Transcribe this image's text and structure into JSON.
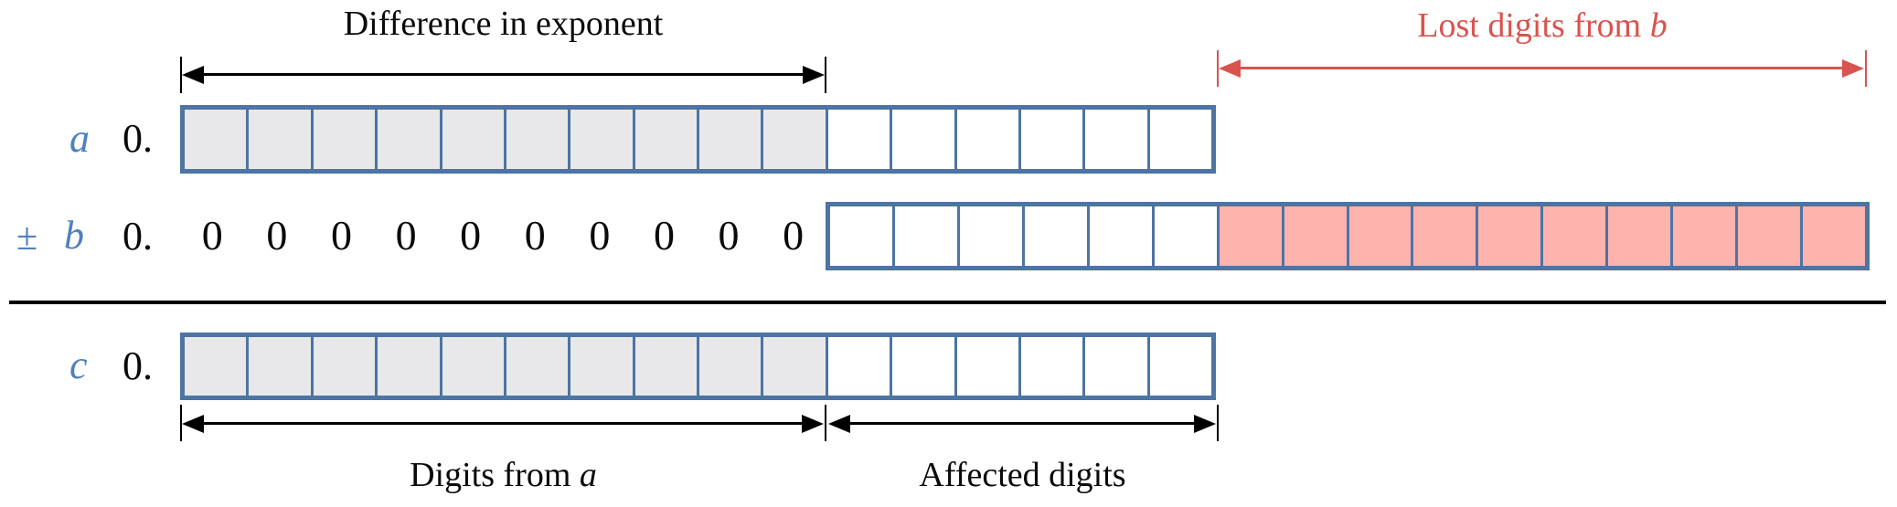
{
  "figure": {
    "top_left_caption": "Difference in exponent",
    "top_right_caption": {
      "text": "Lost digits from ",
      "var": "b"
    },
    "bottom_left_caption": {
      "text": "Digits from ",
      "var": "a"
    },
    "bottom_right_caption": "Affected digits"
  },
  "rows": {
    "a": {
      "label": "a",
      "prefix": "0.",
      "cells": [
        "gray",
        "gray",
        "gray",
        "gray",
        "gray",
        "gray",
        "gray",
        "gray",
        "gray",
        "gray",
        "white",
        "white",
        "white",
        "white",
        "white",
        "white"
      ]
    },
    "b": {
      "operator": "±",
      "label": "b",
      "prefix": "0.",
      "zeros": [
        "0",
        "0",
        "0",
        "0",
        "0",
        "0",
        "0",
        "0",
        "0",
        "0"
      ],
      "cells": [
        "white",
        "white",
        "white",
        "white",
        "white",
        "white",
        "pink",
        "pink",
        "pink",
        "pink",
        "pink",
        "pink",
        "pink",
        "pink",
        "pink",
        "pink"
      ]
    },
    "c": {
      "label": "c",
      "prefix": "0.",
      "cells": [
        "gray",
        "gray",
        "gray",
        "gray",
        "gray",
        "gray",
        "gray",
        "gray",
        "gray",
        "gray",
        "white",
        "white",
        "white",
        "white",
        "white",
        "white"
      ]
    }
  },
  "colors": {
    "border_blue": "#4d74a3",
    "label_blue": "#4f81bd",
    "cell_gray": "#e8e8ea",
    "cell_white": "#ffffff",
    "cell_pink": "#ffb3ad",
    "accent_red": "#d9534f"
  }
}
